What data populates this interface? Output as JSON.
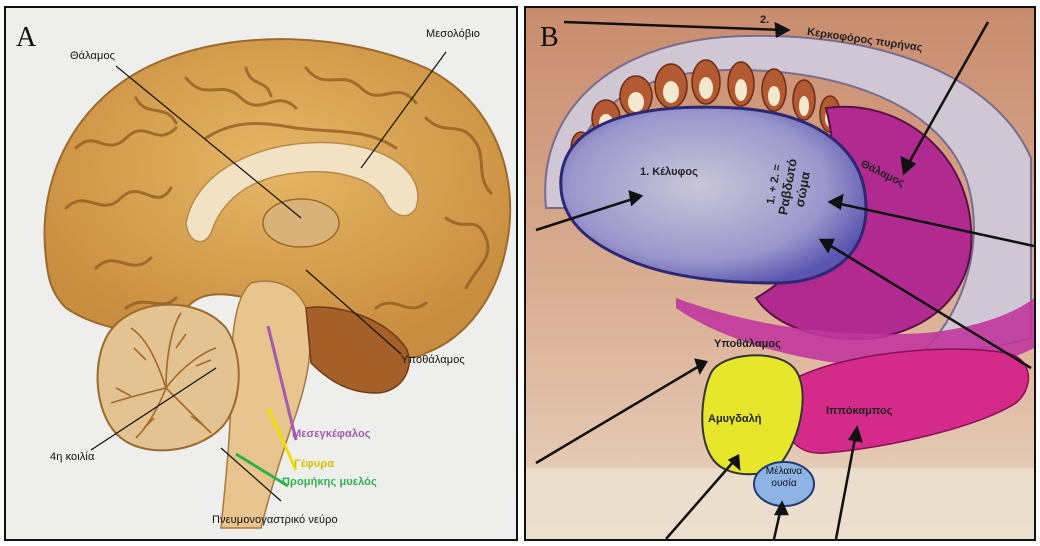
{
  "panel_a": {
    "letter": "A",
    "labels": {
      "thalamus": "Θάλαμος",
      "corpus_callosum": "Μεσολόβιο",
      "hypothalamus": "Υποθάλαμος",
      "fourth_ventricle": "4η κοιλία",
      "midbrain": "Μεσεγκέφαλος",
      "pons": "Γέφυρα",
      "medulla": "Προμήκης μυελός",
      "vagus_nerve": "Πνευμονογαστρικό νεύρο"
    },
    "colors": {
      "midbrain": "#a25bb0",
      "pons": "#f0e000",
      "medulla": "#2eb34a"
    }
  },
  "panel_b": {
    "letter": "B",
    "labels": {
      "caudate_number": "2.",
      "caudate": "Κερκοφόρος πυρήνας",
      "putamen": "1. Κέλυφος",
      "striatum_line1": "1. + 2. =",
      "striatum_line2": "Ραβδωτό",
      "striatum_line3": "σώμα",
      "thalamus": "Θάλαμος",
      "hypothalamus": "Υποθάλαμος",
      "amygdala": "Αμυγδαλή",
      "hippocampus": "Ιππόκαμπος",
      "substantia_nigra_line1": "Μέλαινα",
      "substantia_nigra_line2": "ουσία"
    },
    "colors": {
      "amygdala": "#e6e62a",
      "substantia_nigra": "#8eb4e6",
      "hippocampus": "#d42a8a",
      "striatum": "#7b79c0"
    }
  }
}
